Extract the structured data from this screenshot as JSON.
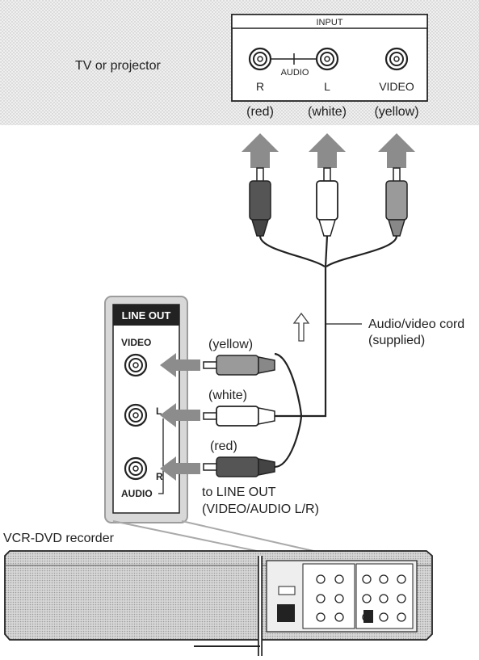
{
  "tv": {
    "label": "TV or projector",
    "input_label": "INPUT",
    "audio_label": "AUDIO",
    "jack_r": "R",
    "jack_l": "L",
    "jack_video": "VIDEO",
    "color_red": "(red)",
    "color_white": "(white)",
    "color_yellow": "(yellow)"
  },
  "panel": {
    "title": "LINE OUT",
    "video_label": "VIDEO",
    "jack_l": "L",
    "jack_r": "R",
    "audio_label": "AUDIO"
  },
  "cable": {
    "label_yellow": "(yellow)",
    "label_white": "(white)",
    "label_red": "(red)",
    "cord_label_line1": "Audio/video cord",
    "cord_label_line2": "(supplied)",
    "to_line_out_line1": "to LINE OUT",
    "to_line_out_line2": "(VIDEO/AUDIO L/R)"
  },
  "recorder": {
    "label": "VCR-DVD recorder"
  },
  "colors": {
    "red_plug": "#555555",
    "white_plug": "#ffffff",
    "yellow_plug": "#9a9a9a",
    "arrow": "#8c8c8c",
    "panel_bg": "#e4e4e4"
  }
}
